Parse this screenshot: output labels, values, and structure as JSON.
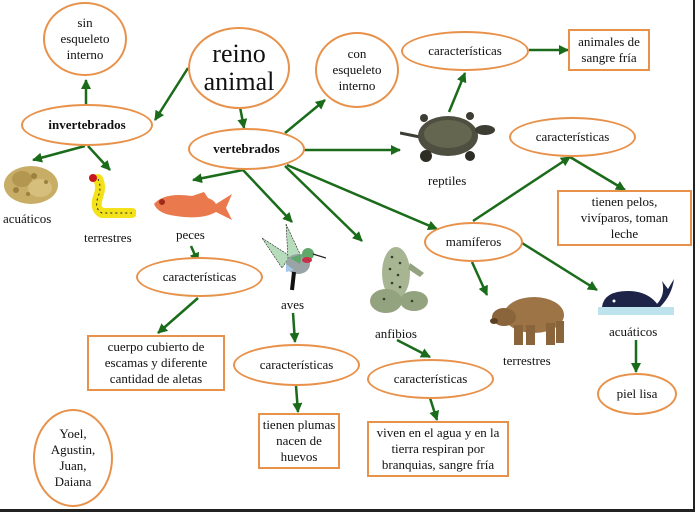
{
  "title": {
    "line1": "reino",
    "line2": "animal"
  },
  "colors": {
    "node_border": "#e8914a",
    "arrow": "#1a6b1a",
    "text": "#111111"
  },
  "invertebrados": {
    "label": "invertebrados",
    "feature": [
      "sin",
      "esqueleto",
      "interno"
    ],
    "groups": [
      {
        "label": "acuáticos",
        "icon": "sponge-icon"
      },
      {
        "label": "terrestres",
        "icon": "caterpillar-icon"
      }
    ]
  },
  "vertebrados": {
    "label": "vertebrados",
    "feature": [
      "con",
      "esqueleto",
      "interno"
    ]
  },
  "reptiles": {
    "label": "reptiles",
    "icon": "turtle-icon",
    "caracteristicas": "características",
    "detail": [
      "animales de",
      "sangre fría"
    ]
  },
  "mamiferos": {
    "label": "mamíferos",
    "caracteristicas": "características",
    "detail": [
      "tienen pelos,",
      "vivíparos, toman",
      "leche"
    ],
    "terrestres": {
      "label": "terrestres",
      "icon": "bear-icon"
    },
    "acuaticos": {
      "label": "acuáticos",
      "icon": "whale-icon",
      "detail": "piel lisa"
    }
  },
  "peces": {
    "label": "peces",
    "icon": "fish-icon",
    "caracteristicas": "características",
    "detail": [
      "cuerpo cubierto de",
      "escamas y diferente",
      "cantidad de aletas"
    ]
  },
  "aves": {
    "label": "aves",
    "icon": "hummingbird-icon",
    "caracteristicas": "características",
    "detail": [
      "tienen plumas",
      "nacen de",
      "huevos"
    ]
  },
  "anfibios": {
    "label": "anfibios",
    "icon": "frog-icon",
    "caracteristicas": "características",
    "detail": [
      "viven en el agua y en la",
      "tierra  respiran por",
      "branquias, sangre fría"
    ]
  },
  "authors": [
    "Yoel,",
    "Agustin,",
    "Juan,",
    "Daiana"
  ]
}
